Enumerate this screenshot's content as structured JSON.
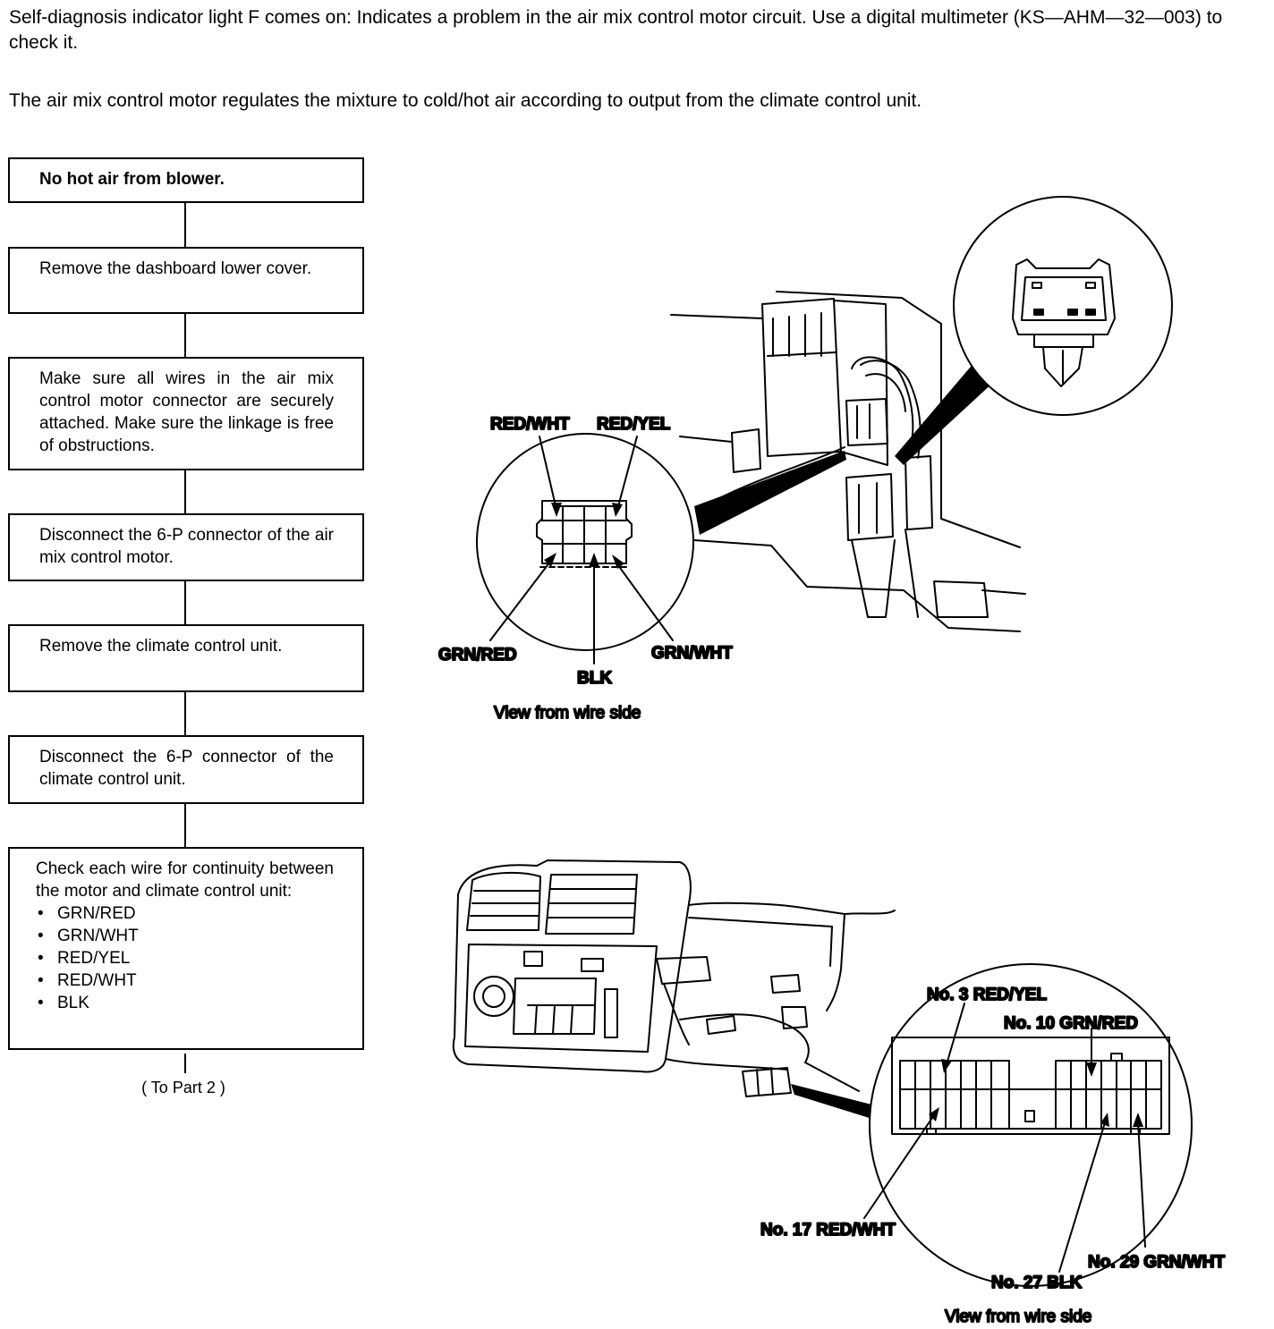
{
  "intro": {
    "line1": "Self-diagnosis indicator light F comes on: Indicates a problem in the air mix control motor circuit. Use a digital multimeter (KS—AHM—32—003) to check it.",
    "line2": "The air mix control motor regulates the mixture to cold/hot air according to output from the climate control unit."
  },
  "flowchart": {
    "steps": [
      "No hot air from blower.",
      "Remove the dashboard lower cover.",
      "Make sure all wires in the air mix control motor connector are securely attached. Make sure the linkage is free of obstructions.",
      "Disconnect the 6-P connector of the air mix control motor.",
      "Remove the climate control unit.",
      "Disconnect the 6-P connector of the climate control unit.",
      "Check each wire for continuity between the motor and climate control unit:"
    ],
    "check_list": [
      "GRN/RED",
      "GRN/WHT",
      "RED/YEL",
      "RED/WHT",
      "BLK"
    ],
    "next": "( To Part 2 )"
  },
  "diagram_top": {
    "labels": {
      "red_wht": "RED/WHT",
      "red_yel": "RED/YEL",
      "grn_red": "GRN/RED",
      "blk": "BLK",
      "grn_wht": "GRN/WHT"
    },
    "caption": "View from wire side"
  },
  "diagram_bottom": {
    "labels": {
      "no3": "No. 3 RED/YEL",
      "no10": "No. 10 GRN/RED",
      "no17": "No. 17 RED/WHT",
      "no27": "No. 27 BLK",
      "no29": "No. 29 GRN/WHT"
    },
    "caption": "View from wire side"
  }
}
